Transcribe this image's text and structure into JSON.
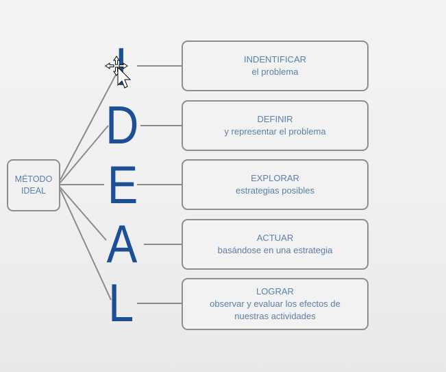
{
  "root": {
    "line1": "MÉTODO",
    "line2": "IDEAL"
  },
  "steps": [
    {
      "letter": "I",
      "title": "INDENTIFICAR",
      "desc1": "el problema",
      "desc2": ""
    },
    {
      "letter": "D",
      "title": "DEFINIR",
      "desc1": "y representar el problema",
      "desc2": ""
    },
    {
      "letter": "E",
      "title": "EXPLORAR",
      "desc1": "estrategias posibles",
      "desc2": ""
    },
    {
      "letter": "A",
      "title": "ACTUAR",
      "desc1": "basándose en una estrategia",
      "desc2": ""
    },
    {
      "letter": "L",
      "title": "LOGRAR",
      "desc1": "observar y evaluar los efectos de",
      "desc2": "nuestras actividades"
    }
  ],
  "colors": {
    "letter": "#1c4f96",
    "text": "#5b7fa8",
    "border": "#8d8d8d",
    "line": "#8a8a8a"
  },
  "cursor_icon": "move-pointer-icon"
}
